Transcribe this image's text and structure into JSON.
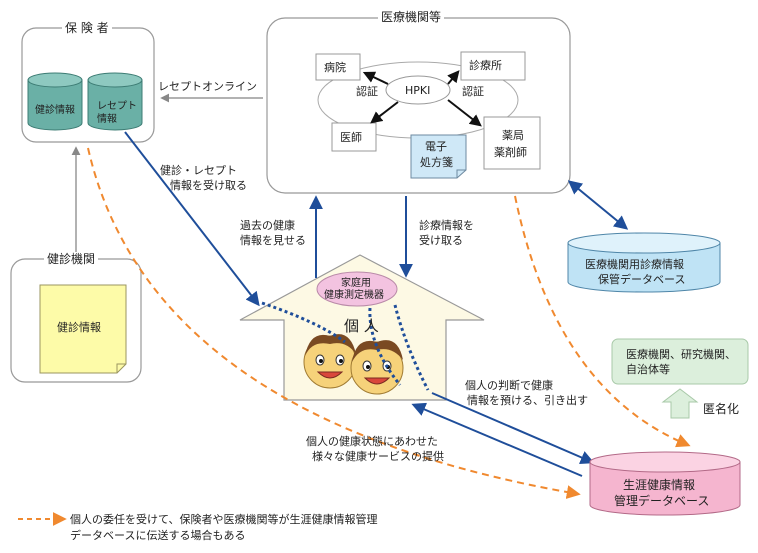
{
  "colors": {
    "blue_arrow": "#1f4e9a",
    "orange_dashed": "#f0892f",
    "cylinder_teal": "#6ab0a6",
    "cylinder_blue": "#bfe3f5",
    "cylinder_pink": "#f5b5cf",
    "memo_yellow": "#fdfba8",
    "house_fill": "#fdf9e4",
    "device_pink": "#f3c3e0",
    "green_box": "#dcefdc",
    "prescription_blue": "#cfe8f7"
  },
  "insurer": {
    "title": "保 険 者",
    "db_checkup": "健診情報",
    "db_receipt_line1": "レセプト",
    "db_receipt_line2": "情報"
  },
  "medical": {
    "title": "医療機関等",
    "hospital": "病院",
    "clinic": "診療所",
    "hpki": "HPKI",
    "auth_left": "認証",
    "auth_right": "認証",
    "doctor": "医師",
    "eprescription_line1": "電子",
    "eprescription_line2": "処方箋",
    "pharmacy_line1": "薬局",
    "pharmacy_line2": "薬剤師"
  },
  "checkup_org": {
    "title": "健診機関",
    "memo": "健診情報"
  },
  "labels": {
    "receipt_online": "レセプトオンライン",
    "receive_line1": "健診・レセプト",
    "receive_line2": "情報を受け取る",
    "show_line1": "過去の健康",
    "show_line2": "情報を見せる",
    "diag_line1": "診療情報を",
    "diag_line2": "受け取る",
    "deposit_line1": "個人の判断で健康",
    "deposit_line2": "情報を預ける、引き出す",
    "services_line1": "個人の健康状態にあわせた",
    "services_line2": "様々な健康サービスの提供",
    "anonymize": "匿名化"
  },
  "house": {
    "device_line1": "家庭用",
    "device_line2": "健康測定機器",
    "person": "個 人"
  },
  "storage_db": {
    "line1": "医療機関用診療情報",
    "line2": "保管データベース"
  },
  "research": {
    "line1": "医療機関、研究機関、",
    "line2": "自治体等"
  },
  "lifetime_db": {
    "line1": "生涯健康情報",
    "line2": "管理データベース"
  },
  "legend": {
    "line1": "個人の委任を受けて、保険者や医療機関等が生涯健康情報管理",
    "line2": "データベースに伝送する場合もある"
  }
}
